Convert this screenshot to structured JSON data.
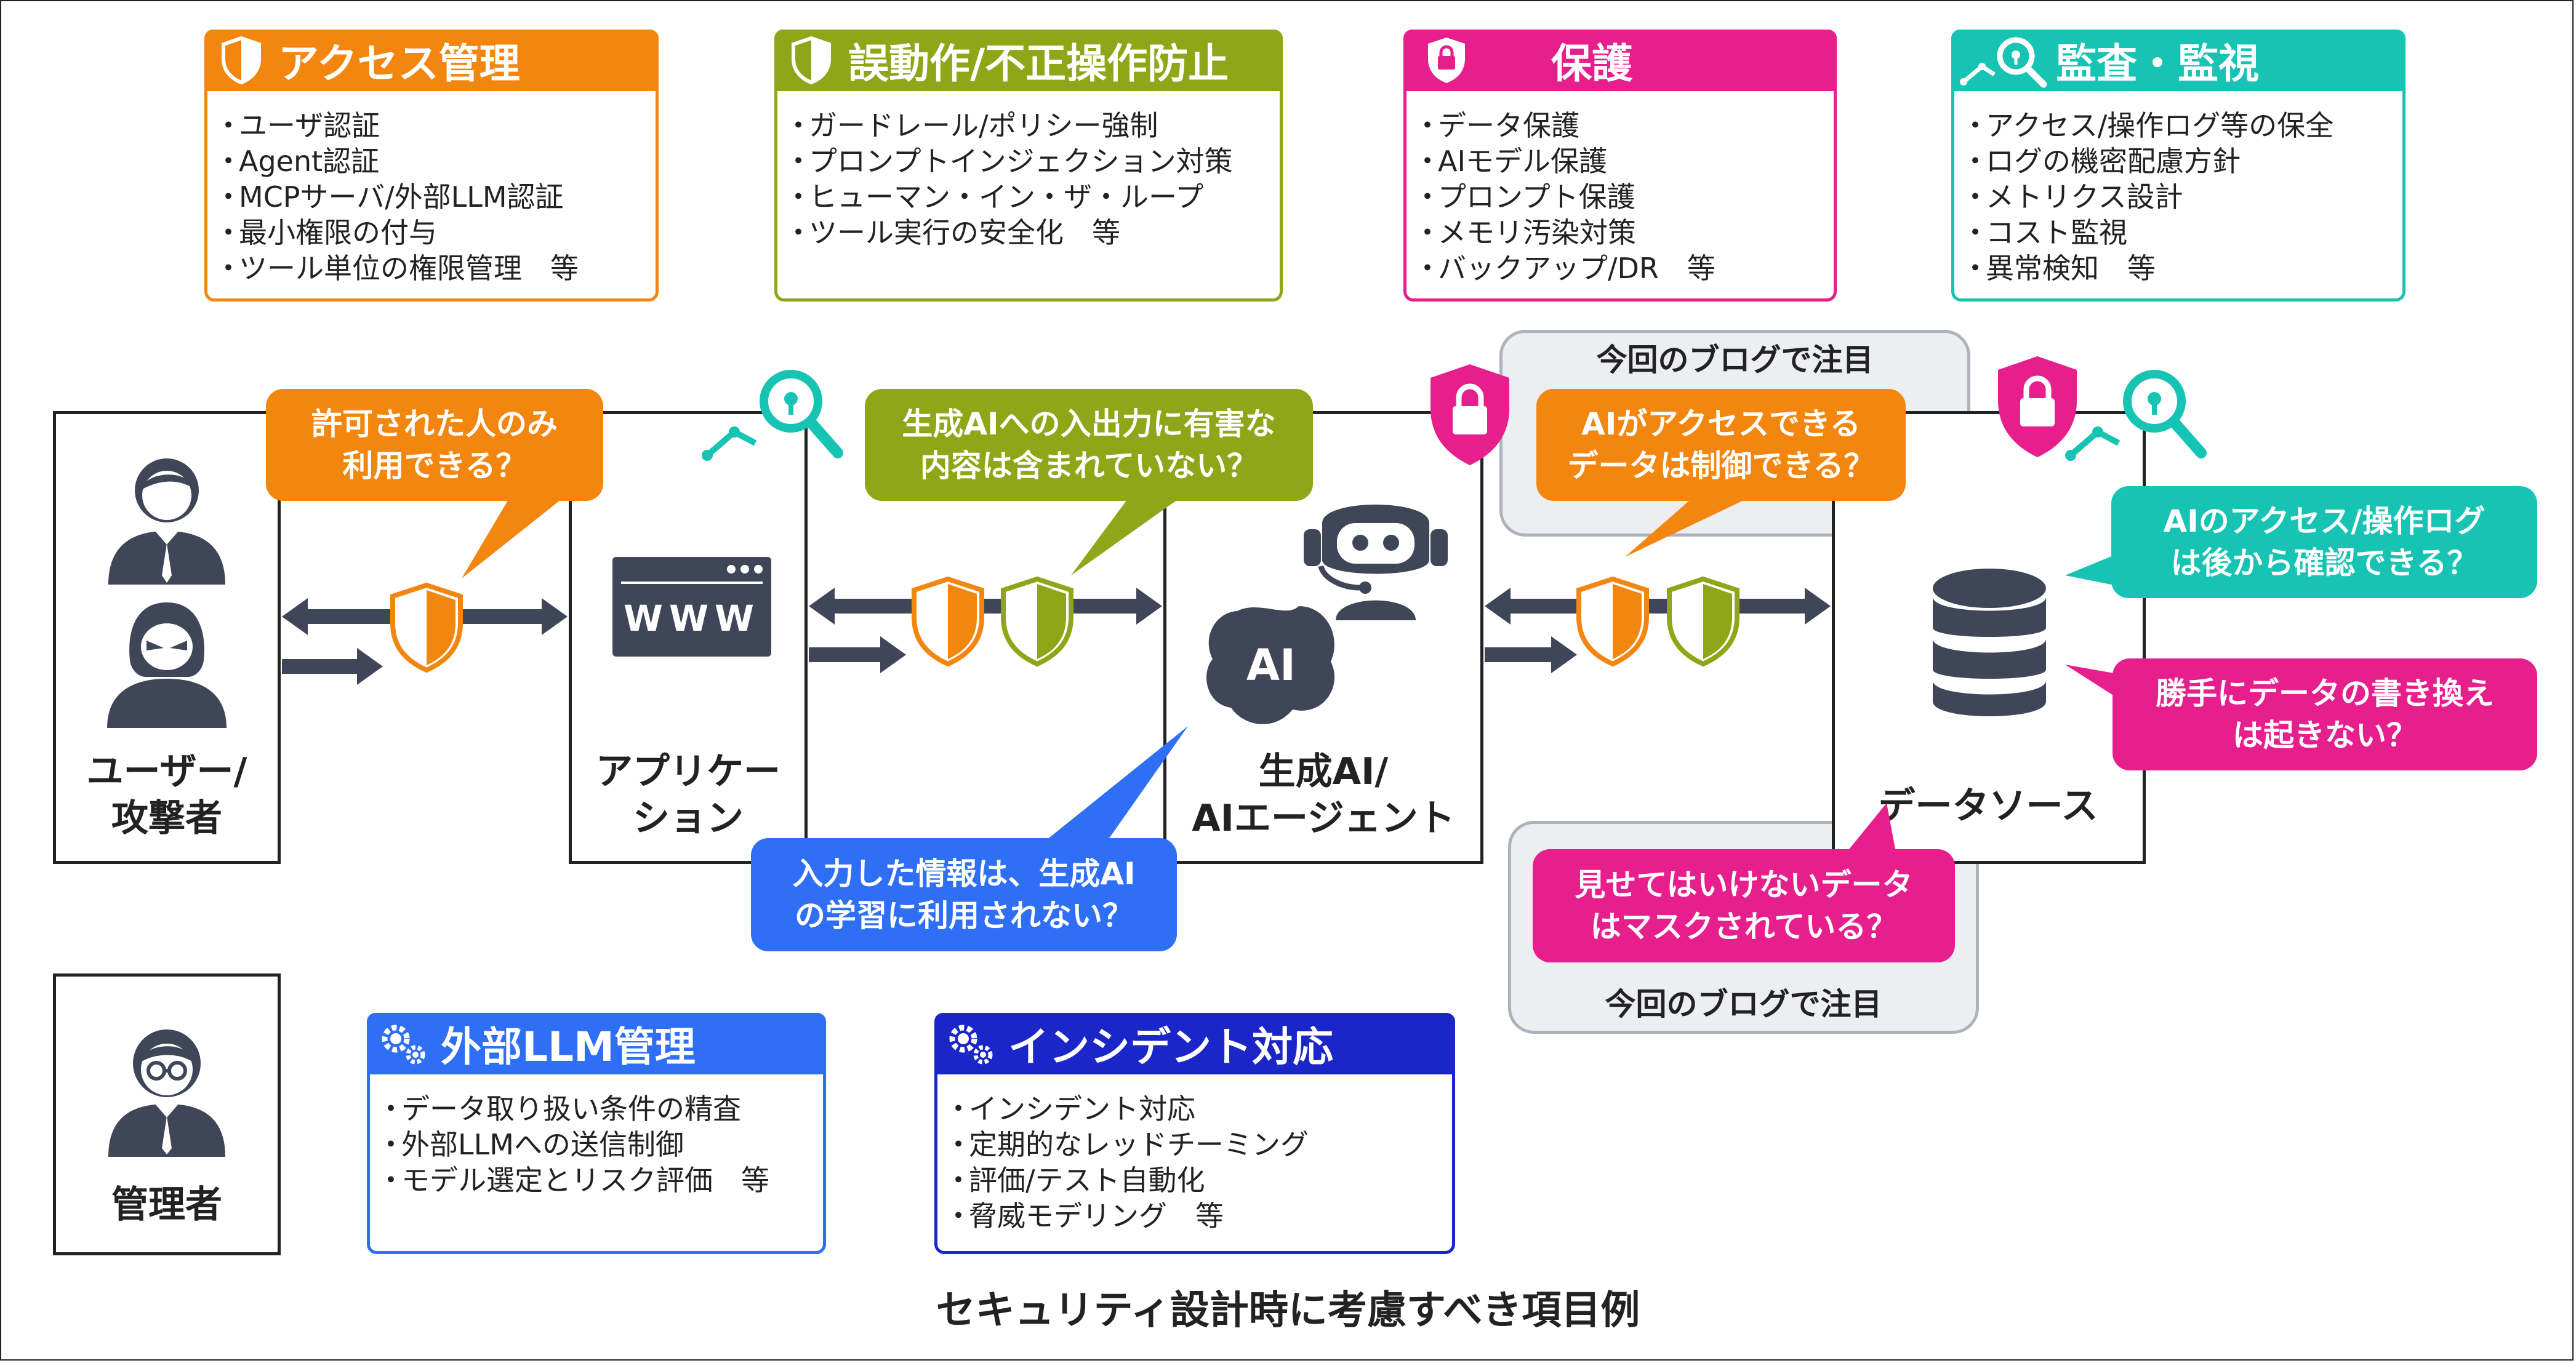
{
  "categories": {
    "access": {
      "title": "アクセス管理",
      "color": "#f3860f",
      "items": [
        "ユーザ認証",
        "Agent認証",
        "MCPサーバ/外部LLM認証",
        "最小権限の付与",
        "ツール単位の権限管理　等"
      ]
    },
    "misuse": {
      "title": "誤動作/不正操作防止",
      "color": "#8ea617",
      "items": [
        "ガードレール/ポリシー強制",
        "プロンプトインジェクション対策",
        "ヒューマン・イン・ザ・ループ",
        "ツール実行の安全化　等"
      ]
    },
    "protect": {
      "title": "保護",
      "color": "#e61f8d",
      "items": [
        "データ保護",
        "AIモデル保護",
        "プロンプト保護",
        "メモリ汚染対策",
        "バックアップ/DR　等"
      ]
    },
    "audit": {
      "title": "監査・監視",
      "color": "#17c4b4",
      "items": [
        "アクセス/操作ログ等の保全",
        "ログの機密配慮方針",
        "メトリクス設計",
        "コスト監視",
        "異常検知　等"
      ]
    },
    "external": {
      "title": "外部LLM管理",
      "color": "#2f6ff5",
      "items": [
        "データ取り扱い条件の精査",
        "外部LLMへの送信制御",
        "モデル選定とリスク評価　等"
      ]
    },
    "incident": {
      "title": "インシデント対応",
      "color": "#1b26c8",
      "items": [
        "インシデント対応",
        "定期的なレッドチーミング",
        "評価/テスト自動化",
        "脅威モデリング　等"
      ]
    }
  },
  "nodes": {
    "user": {
      "line1": "ユーザー/",
      "line2": "攻撃者"
    },
    "app": {
      "line1": "アプリケー",
      "line2": "ション"
    },
    "ai": {
      "line1": "生成AI/",
      "line2": "AIエージェント",
      "badge": "AI"
    },
    "data": {
      "label": "データソース"
    },
    "admin": {
      "label": "管理者"
    },
    "www": "WWW"
  },
  "bubbles": {
    "b1": {
      "line1": "許可された人のみ",
      "line2": "利用できる？"
    },
    "b2": {
      "line1": "生成AIへの入出力に有害な",
      "line2": "内容は含まれていない？"
    },
    "b3": {
      "line1": "AIがアクセスできる",
      "line2": "データは制御できる？"
    },
    "b4": {
      "line1": "AIのアクセス/操作ログ",
      "line2": "は後から確認できる？"
    },
    "b5": {
      "line1": "勝手にデータの書き換え",
      "line2": "は起きない？"
    },
    "b6": {
      "line1": "入力した情報は、生成AI",
      "line2": "の学習に利用されない？"
    },
    "b7": {
      "line1": "見せてはいけないデータ",
      "line2": "はマスクされている？"
    }
  },
  "notes": {
    "top": "今回のブログで注目",
    "bottom": "今回のブログで注目"
  },
  "caption": "セキュリティ設計時に考慮すべき項目例"
}
